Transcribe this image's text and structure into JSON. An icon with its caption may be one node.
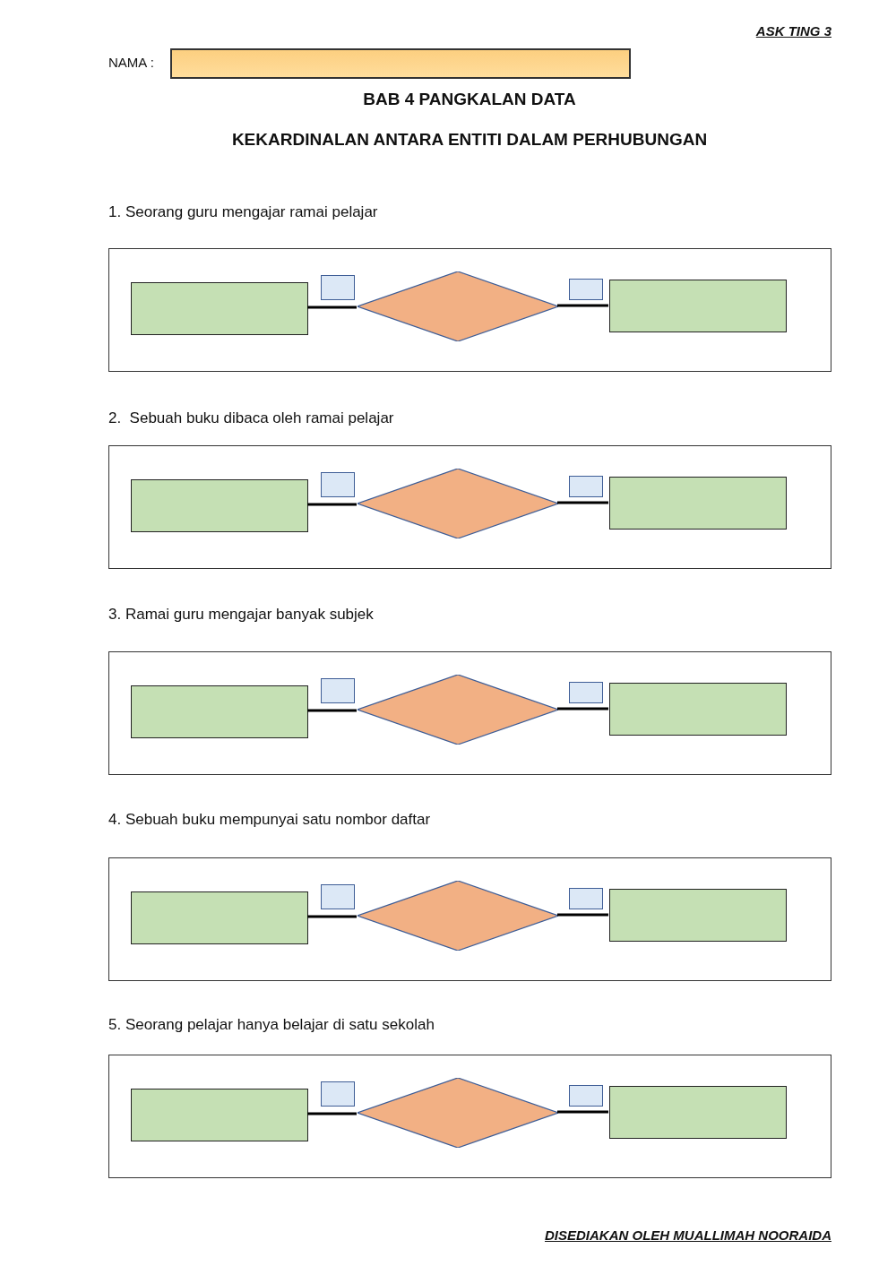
{
  "diagram": {
    "title": "BAB 4 PANGKALAN DATA",
    "nodes": [
      {
        "text": [],
        "shape": "box"
      },
      {
        "text": [],
        "shape": "box",
        "in": 0
      },
      {
        "text": [],
        "shape": "box",
        "in": 0
      },
      {
        "text": [],
        "shape": "diamond",
        "in": 0
      },
      {
        "text": [],
        "shape": "box",
        "in": 0
      },
      {
        "text": [],
        "shape": "box",
        "in": 0
      },
      {
        "text": [],
        "shape": "box"
      },
      {
        "text": [],
        "shape": "box",
        "in": 6
      },
      {
        "text": [],
        "shape": "box",
        "in": 6
      },
      {
        "text": [],
        "shape": "diamond",
        "in": 6
      },
      {
        "text": [],
        "shape": "box",
        "in": 6
      },
      {
        "text": [],
        "shape": "box",
        "in": 6
      },
      {
        "text": [],
        "shape": "box"
      },
      {
        "text": [],
        "shape": "box",
        "in": 12
      },
      {
        "text": [],
        "shape": "box",
        "in": 12
      },
      {
        "text": [],
        "shape": "diamond",
        "in": 12
      },
      {
        "text": [],
        "shape": "box",
        "in": 12
      },
      {
        "text": [],
        "shape": "box",
        "in": 12
      },
      {
        "text": [],
        "shape": "box"
      },
      {
        "text": [],
        "shape": "box",
        "in": 18
      },
      {
        "text": [],
        "shape": "box",
        "in": 18
      },
      {
        "text": [],
        "shape": "diamond",
        "in": 18
      },
      {
        "text": [],
        "shape": "box",
        "in": 18
      },
      {
        "text": [],
        "shape": "box",
        "in": 18
      },
      {
        "text": [],
        "shape": "box"
      },
      {
        "text": [],
        "shape": "box",
        "in": 24
      },
      {
        "text": [],
        "shape": "box",
        "in": 24
      },
      {
        "text": [],
        "shape": "diamond",
        "in": 24
      },
      {
        "text": [],
        "shape": "box",
        "in": 24
      },
      {
        "text": [],
        "shape": "box",
        "in": 24
      }
    ],
    "edges": [
      {
        "from": 1,
        "to": 3,
        "arrow": "none"
      },
      {
        "from": 3,
        "to": 5,
        "arrow": "none"
      },
      {
        "from": 7,
        "to": 9,
        "arrow": "none"
      },
      {
        "from": 9,
        "to": 11,
        "arrow": "none"
      },
      {
        "from": 13,
        "to": 15,
        "arrow": "none"
      },
      {
        "from": 15,
        "to": 17,
        "arrow": "none"
      },
      {
        "from": 19,
        "to": 21,
        "arrow": "none"
      },
      {
        "from": 21,
        "to": 23,
        "arrow": "none"
      },
      {
        "from": 25,
        "to": 27,
        "arrow": "none"
      },
      {
        "from": 27,
        "to": 29,
        "arrow": "none"
      }
    ],
    "labels": [
      "ASK TING 3",
      "NAMA :",
      "KEKARDINALAN ANTARA ENTITI DALAM PERHUBUNGAN",
      "1. Seorang guru mengajar ramai pelajar",
      "2.  Sebuah buku dibaca oleh ramai pelajar",
      "3. Ramai guru mengajar banyak subjek",
      "4. Sebuah buku mempunyai satu nombor daftar",
      "5. Seorang pelajar hanya belajar di satu sekolah",
      "DISEDIAKAN OLEH MUALLIMAH NOORAIDA"
    ]
  }
}
